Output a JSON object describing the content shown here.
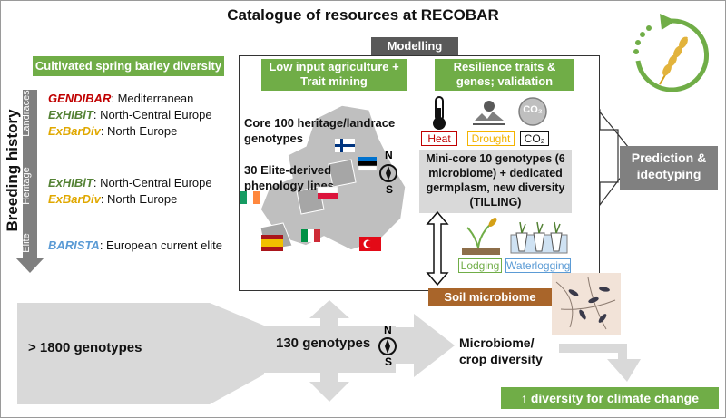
{
  "title": "Catalogue of resources at RECOBAR",
  "modelling_label": "Modelling",
  "cultivated_box": "Cultivated spring barley diversity",
  "breeding_history": "Breeding history",
  "stages": {
    "landraces": "Landraces",
    "heritage": "Heritage",
    "elite": "Elite"
  },
  "landraces_lines": [
    {
      "name": "GENDIBAR",
      "name_color": "#c00000",
      "rest": ": Mediterranean"
    },
    {
      "name": "ExHIBiT",
      "name_color": "#548235",
      "rest": ": North-Central Europe"
    },
    {
      "name": "ExBarDiv",
      "name_color": "#e0a800",
      "rest": ": North Europe"
    }
  ],
  "heritage_lines": [
    {
      "name": "ExHIBiT",
      "name_color": "#548235",
      "rest": ": North-Central Europe"
    },
    {
      "name": "ExBarDiv",
      "name_color": "#e0a800",
      "rest": ": North Europe"
    }
  ],
  "elite_line": {
    "name": "BARISTA",
    "name_color": "#5b9bd5",
    "rest": ": European current elite"
  },
  "low_input_box": "Low input agriculture + Trait mining",
  "resilience_box": "Resilience traits & genes; validation",
  "core_text": "Core 100 heritage/landrace genotypes",
  "elite_text": "30 Elite-derived phenology lines",
  "compass": {
    "n": "N",
    "s": "S"
  },
  "stress_labels": {
    "heat": "Heat",
    "drought": "Drought",
    "co2": "CO₂",
    "co2_icon": "CO₂"
  },
  "minicore_text": "Mini-core 10 genotypes (6 microbiome) + dedicated germplasm, new diversity (TILLING)",
  "lodging": "Lodging",
  "waterlogging": "Waterlogging",
  "prediction": "Prediction & ideotyping",
  "soil_microbiome": "Soil microbiome",
  "genotypes_1800": "> 1800 genotypes",
  "genotypes_130": "130 genotypes",
  "microbiome_crop": "Microbiome/ crop diversity",
  "diversity_climate": "↑ diversity for climate change",
  "colors": {
    "green": "#70ad47",
    "grey": "#808080",
    "brown": "#a9652a",
    "drought": "#f4b400",
    "heat": "#c00000"
  }
}
